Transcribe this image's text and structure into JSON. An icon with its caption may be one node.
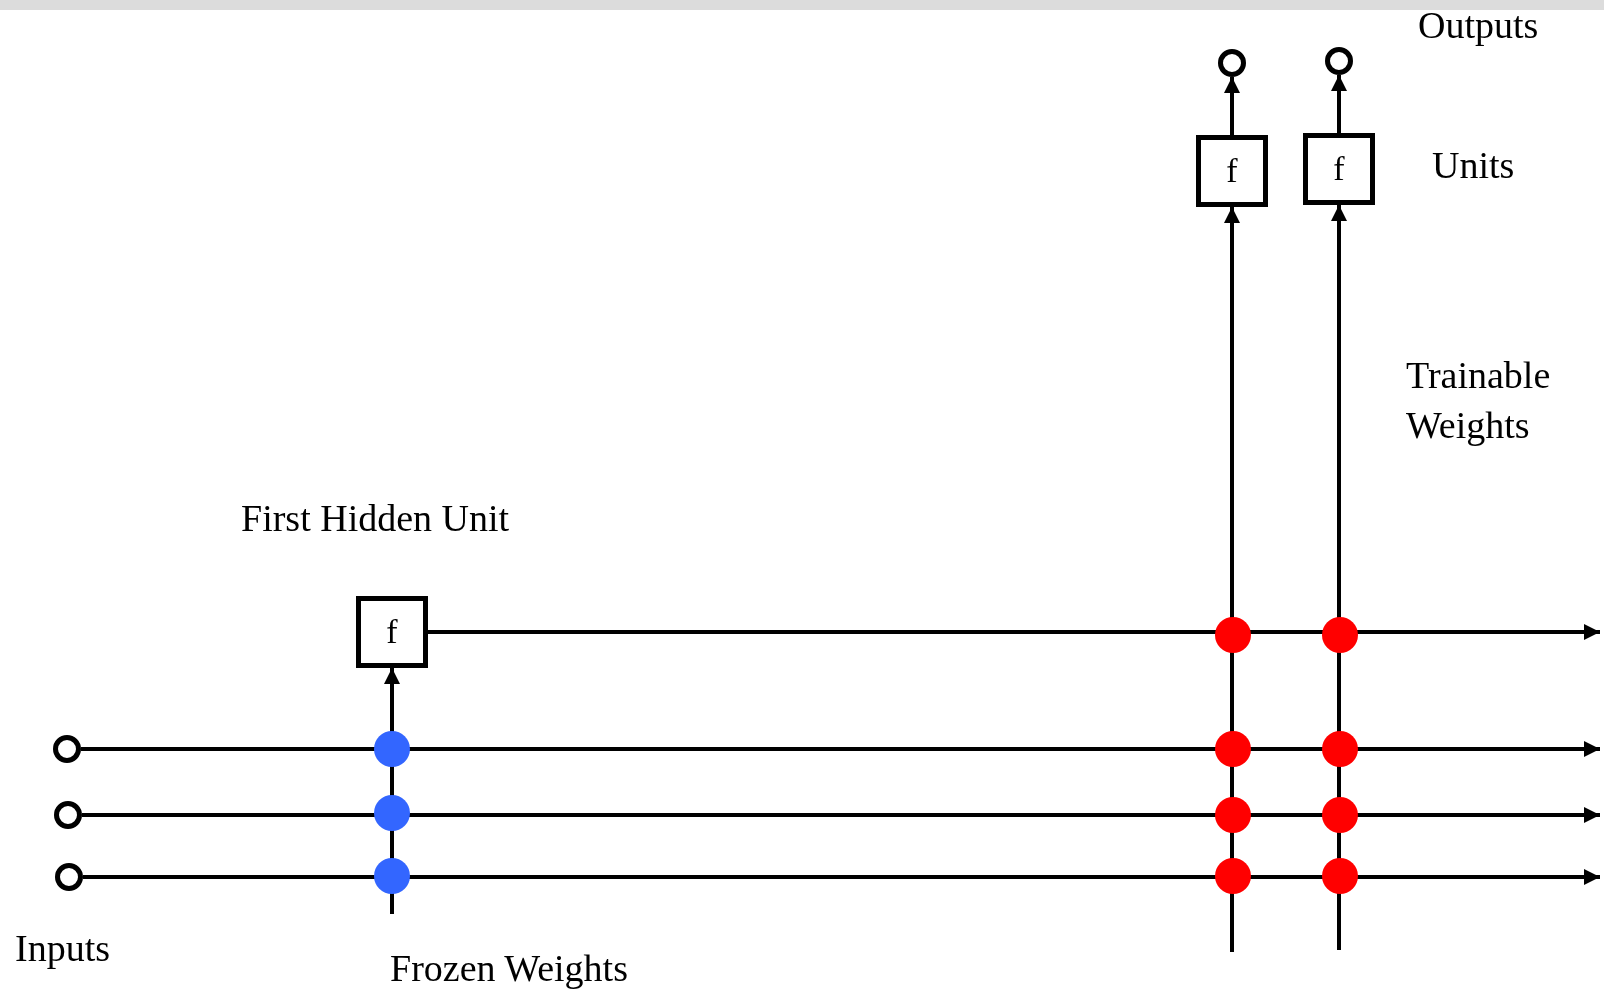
{
  "diagram": {
    "nodes": [
      {
        "text": [],
        "shape": "circle"
      },
      {
        "text": [],
        "shape": "circle"
      },
      {
        "text": [
          "f"
        ]
      },
      {
        "text": [
          "f"
        ]
      },
      {
        "text": [
          "f"
        ]
      },
      {
        "text": [],
        "shape": "circle"
      },
      {
        "text": [],
        "shape": "circle"
      },
      {
        "text": [],
        "shape": "circle"
      }
    ],
    "edges": [
      {
        "from": 2,
        "to": 0,
        "arrow": "to"
      },
      {
        "from": 3,
        "to": 1,
        "arrow": "to"
      },
      {
        "from": null,
        "to": 2,
        "arrow": "to"
      },
      {
        "from": null,
        "to": 3,
        "arrow": "to"
      },
      {
        "from": null,
        "to": 4,
        "arrow": "to"
      },
      {
        "from": 4,
        "to": null,
        "arrow": "to"
      },
      {
        "from": 5,
        "to": null,
        "arrow": "to"
      },
      {
        "from": 6,
        "to": null,
        "arrow": "to"
      },
      {
        "from": 7,
        "to": null,
        "arrow": "to"
      }
    ],
    "labels": [
      "Outputs",
      "Units",
      "Trainable Weights",
      "First Hidden Unit",
      "Inputs",
      "Frozen Weights"
    ]
  }
}
